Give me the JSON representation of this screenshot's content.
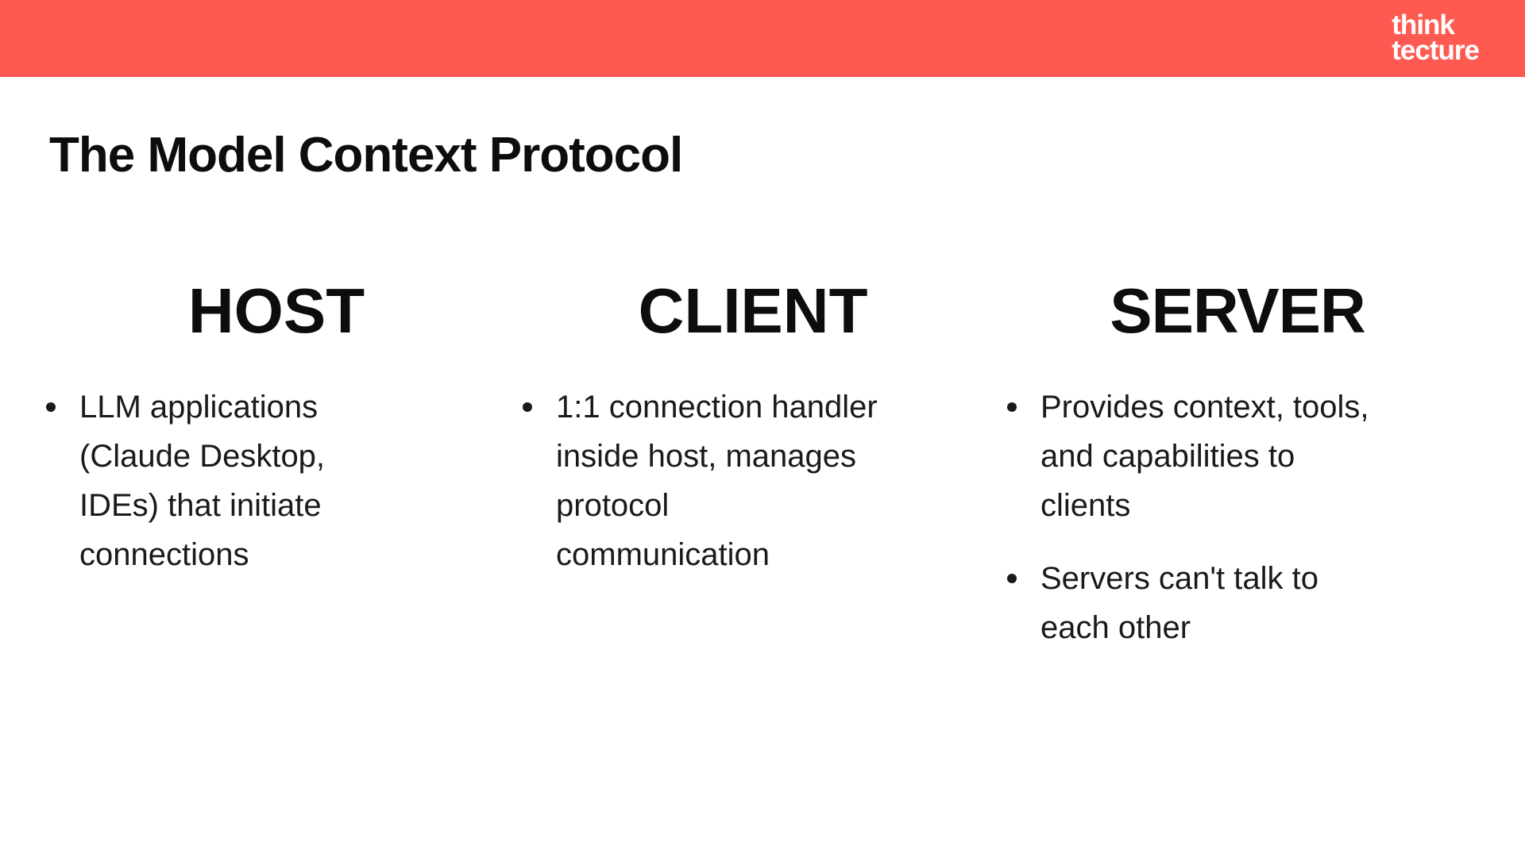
{
  "banner": {
    "background": "#FF5A52",
    "logo": {
      "line1": "think",
      "line2": "tecture"
    }
  },
  "slide": {
    "title": "The Model Context Protocol",
    "columns": [
      {
        "heading": "HOST",
        "bullets": [
          "LLM applications (Claude Desktop, IDEs) that initiate connections"
        ]
      },
      {
        "heading": "CLIENT",
        "bullets": [
          "1:1 connection handler inside host, manages protocol communication"
        ]
      },
      {
        "heading": "SERVER",
        "bullets": [
          "Provides context, tools, and capabilities to clients",
          "Servers can't talk to each other"
        ]
      }
    ]
  },
  "colors": {
    "accent": "#FF5A52",
    "text": "#1A1A1A",
    "background": "#FFFFFF"
  }
}
